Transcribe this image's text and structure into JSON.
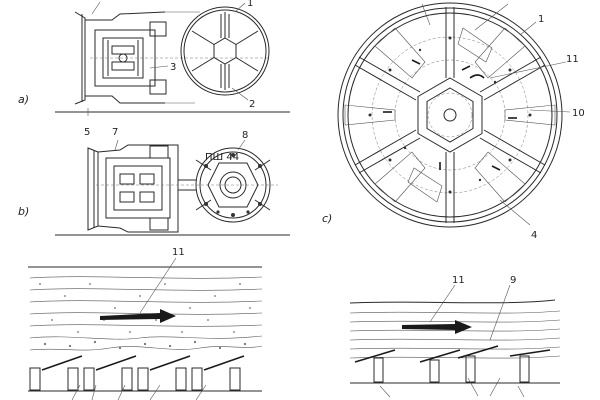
{
  "panels": {
    "a": "a)",
    "b": "b)",
    "c": "c)"
  },
  "callouts": {
    "a_1": "1",
    "a_3": "3",
    "a_2": "2",
    "a_5": "5",
    "a_7": "7",
    "b_8": "8",
    "c_1": "1",
    "c_11": "11",
    "c_10": "10",
    "c_4": "4",
    "d_11": "11",
    "e_11": "11",
    "e_9": "9"
  },
  "colors": {
    "line": "#2a2a2a",
    "arrow": "#1a1a1a",
    "background": "#ffffff"
  }
}
